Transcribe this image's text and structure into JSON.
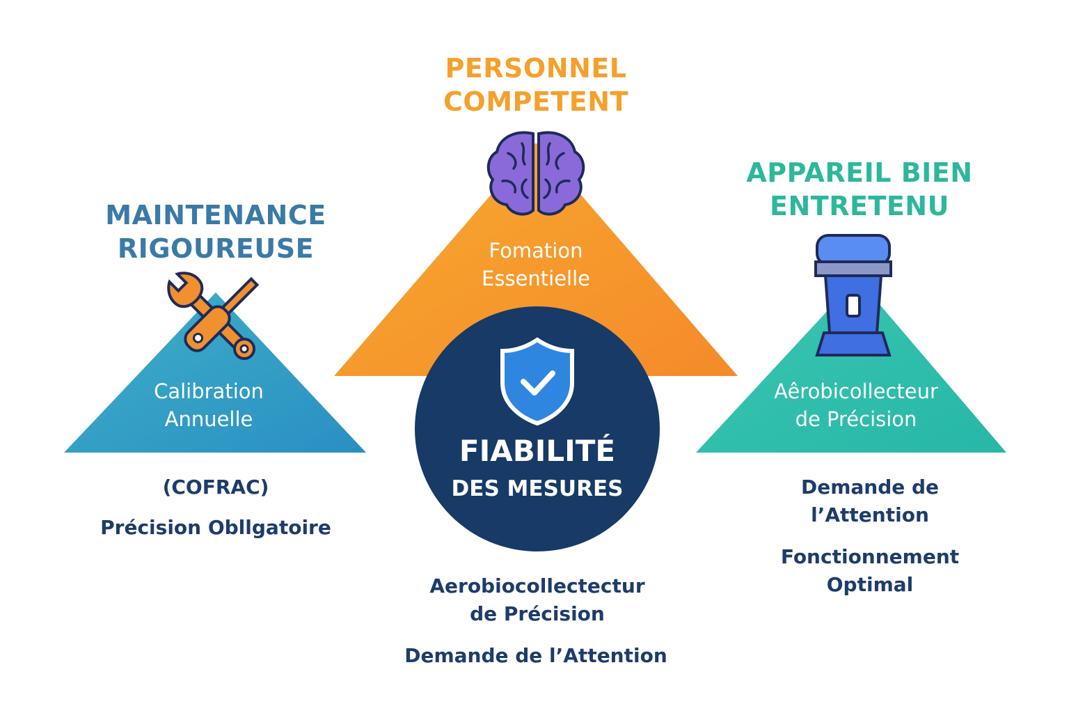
{
  "left": {
    "title_line1": "MAINTENANCE",
    "title_line2": "RIGOUREUSE",
    "icon": "wrench-screwdriver-icon",
    "inner_line1": "Calibration",
    "inner_line2": "Annuelle",
    "sub1": "(COFRAC)",
    "sub2": "Précision Obllgatoire"
  },
  "middle": {
    "title_line1": "PERSONNEL",
    "title_line2": "COMPETENT",
    "icon": "brain-icon",
    "inner_line1": "Fomation",
    "inner_line2": "Essentielle"
  },
  "right": {
    "title_line1": "APPAREIL BIEN",
    "title_line2": "ENTRETENU",
    "icon": "air-sampler-icon",
    "inner_line1": "Aêrobicollecteur",
    "inner_line2": "de Précision",
    "sub1_line1": "Demande de",
    "sub1_line2": "l’Attention",
    "sub2_line1": "Fonctionnement",
    "sub2_line2": "Optimal"
  },
  "center": {
    "icon": "shield-check-icon",
    "line1": "FIABILITÉ",
    "line2": "DES MESURES",
    "below1_line1": "Aerobiocollectectur",
    "below1_line2": "de Précision",
    "below2": "Demande de l’Attention"
  },
  "colors": {
    "left_blue": "#3a7aa6",
    "orange": "#f5a02a",
    "teal": "#2db79d",
    "navy": "#173a66",
    "dark_text": "#1d3c6b"
  }
}
